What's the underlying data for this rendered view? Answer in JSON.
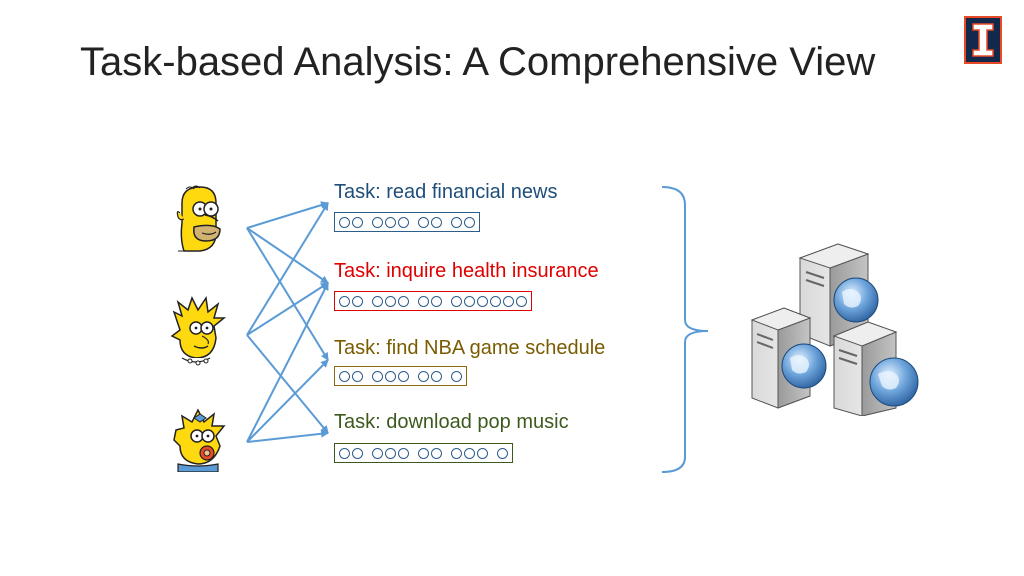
{
  "slide": {
    "title": "Task-based Analysis: A Comprehensive View",
    "logo_letter": "I"
  },
  "tasks": [
    {
      "label": "Task: read financial news",
      "color": "#1f4e79",
      "box_color": "#2e5d8c",
      "groups": [
        2,
        3,
        2,
        2
      ]
    },
    {
      "label": "Task: inquire health insurance",
      "color": "#e00000",
      "box_color": "#e00000",
      "groups": [
        2,
        3,
        2,
        6
      ]
    },
    {
      "label": "Task: find NBA game schedule",
      "color": "#7a5c00",
      "box_color": "#8a6a10",
      "groups": [
        2,
        3,
        2,
        1
      ]
    },
    {
      "label": "Task: download pop music",
      "color": "#3d5a1e",
      "box_color": "#3d5a1e",
      "groups": [
        2,
        3,
        2,
        3,
        1
      ]
    }
  ],
  "users": [
    "homer",
    "lisa",
    "maggie"
  ],
  "colors": {
    "arrow": "#5b9bd5",
    "brace": "#5b9bd5",
    "logo_bg": "#13294b",
    "logo_accent": "#e84a27"
  }
}
